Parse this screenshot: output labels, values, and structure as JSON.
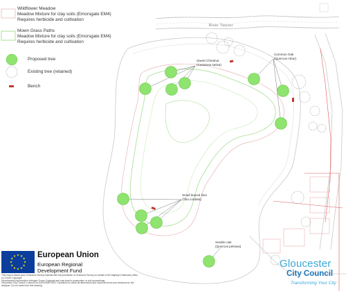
{
  "legend": {
    "wildflower": {
      "title": "Wildflower Meadow",
      "line1": "Meadow Mixture for clay soils (Emorsgate EM4)",
      "line2": "Requires herbicide and cultivation",
      "swatch_color": "#e9c7c7"
    },
    "mown": {
      "title": "Mown Grass Paths",
      "line1": "Meadow Mixture for clay soils (Emorsgate EM4)",
      "line2": "Requires herbicide and cultivation",
      "swatch_color": "#a7e08f"
    },
    "proposed_tree": {
      "label": "Proposed tree",
      "color": "#8fe36f"
    },
    "existing_tree": {
      "label": "Existing tree (retained)"
    },
    "bench": {
      "label": "Bench",
      "color": "#c0392b"
    }
  },
  "annotations": {
    "sweet_chestnut": {
      "line1": "Sweet Chestnut",
      "line2": "(Castanea sativa)"
    },
    "common_oak": {
      "line1": "Common Oak",
      "line2": "(Quercus robur)"
    },
    "small_leaved_lime": {
      "line1": "Small leaved lime",
      "line2": "(Tilia cordata)"
    },
    "sessile_oak": {
      "line1": "Sessile oak",
      "line2": "(Quercus petraea)"
    }
  },
  "map_text": {
    "river": "River Twyver"
  },
  "eu": {
    "title": "European Union",
    "line1": "European Regional",
    "line2": "Development Fund"
  },
  "footnote": {
    "l1": "This map is based upon Ordnance Survey material with the permission of Ordnance Survey on behalf of Her Majesty's Stationery office.",
    "l2": "(c) Crown Copyright",
    "l3": "Unauthorised reproduction infringes Crown Copyright and may lead to prosecution or civil proceedings.",
    "l4": "Gloucester City Council. Licence No.100019169.2020. Contractor to check all dimensions and report all errors and omissions to the",
    "l5": "designer. Do not scale from this drawing."
  },
  "logo": {
    "top": "Gloucester",
    "middle": "City Council",
    "tagline": "Transforming Your City"
  }
}
